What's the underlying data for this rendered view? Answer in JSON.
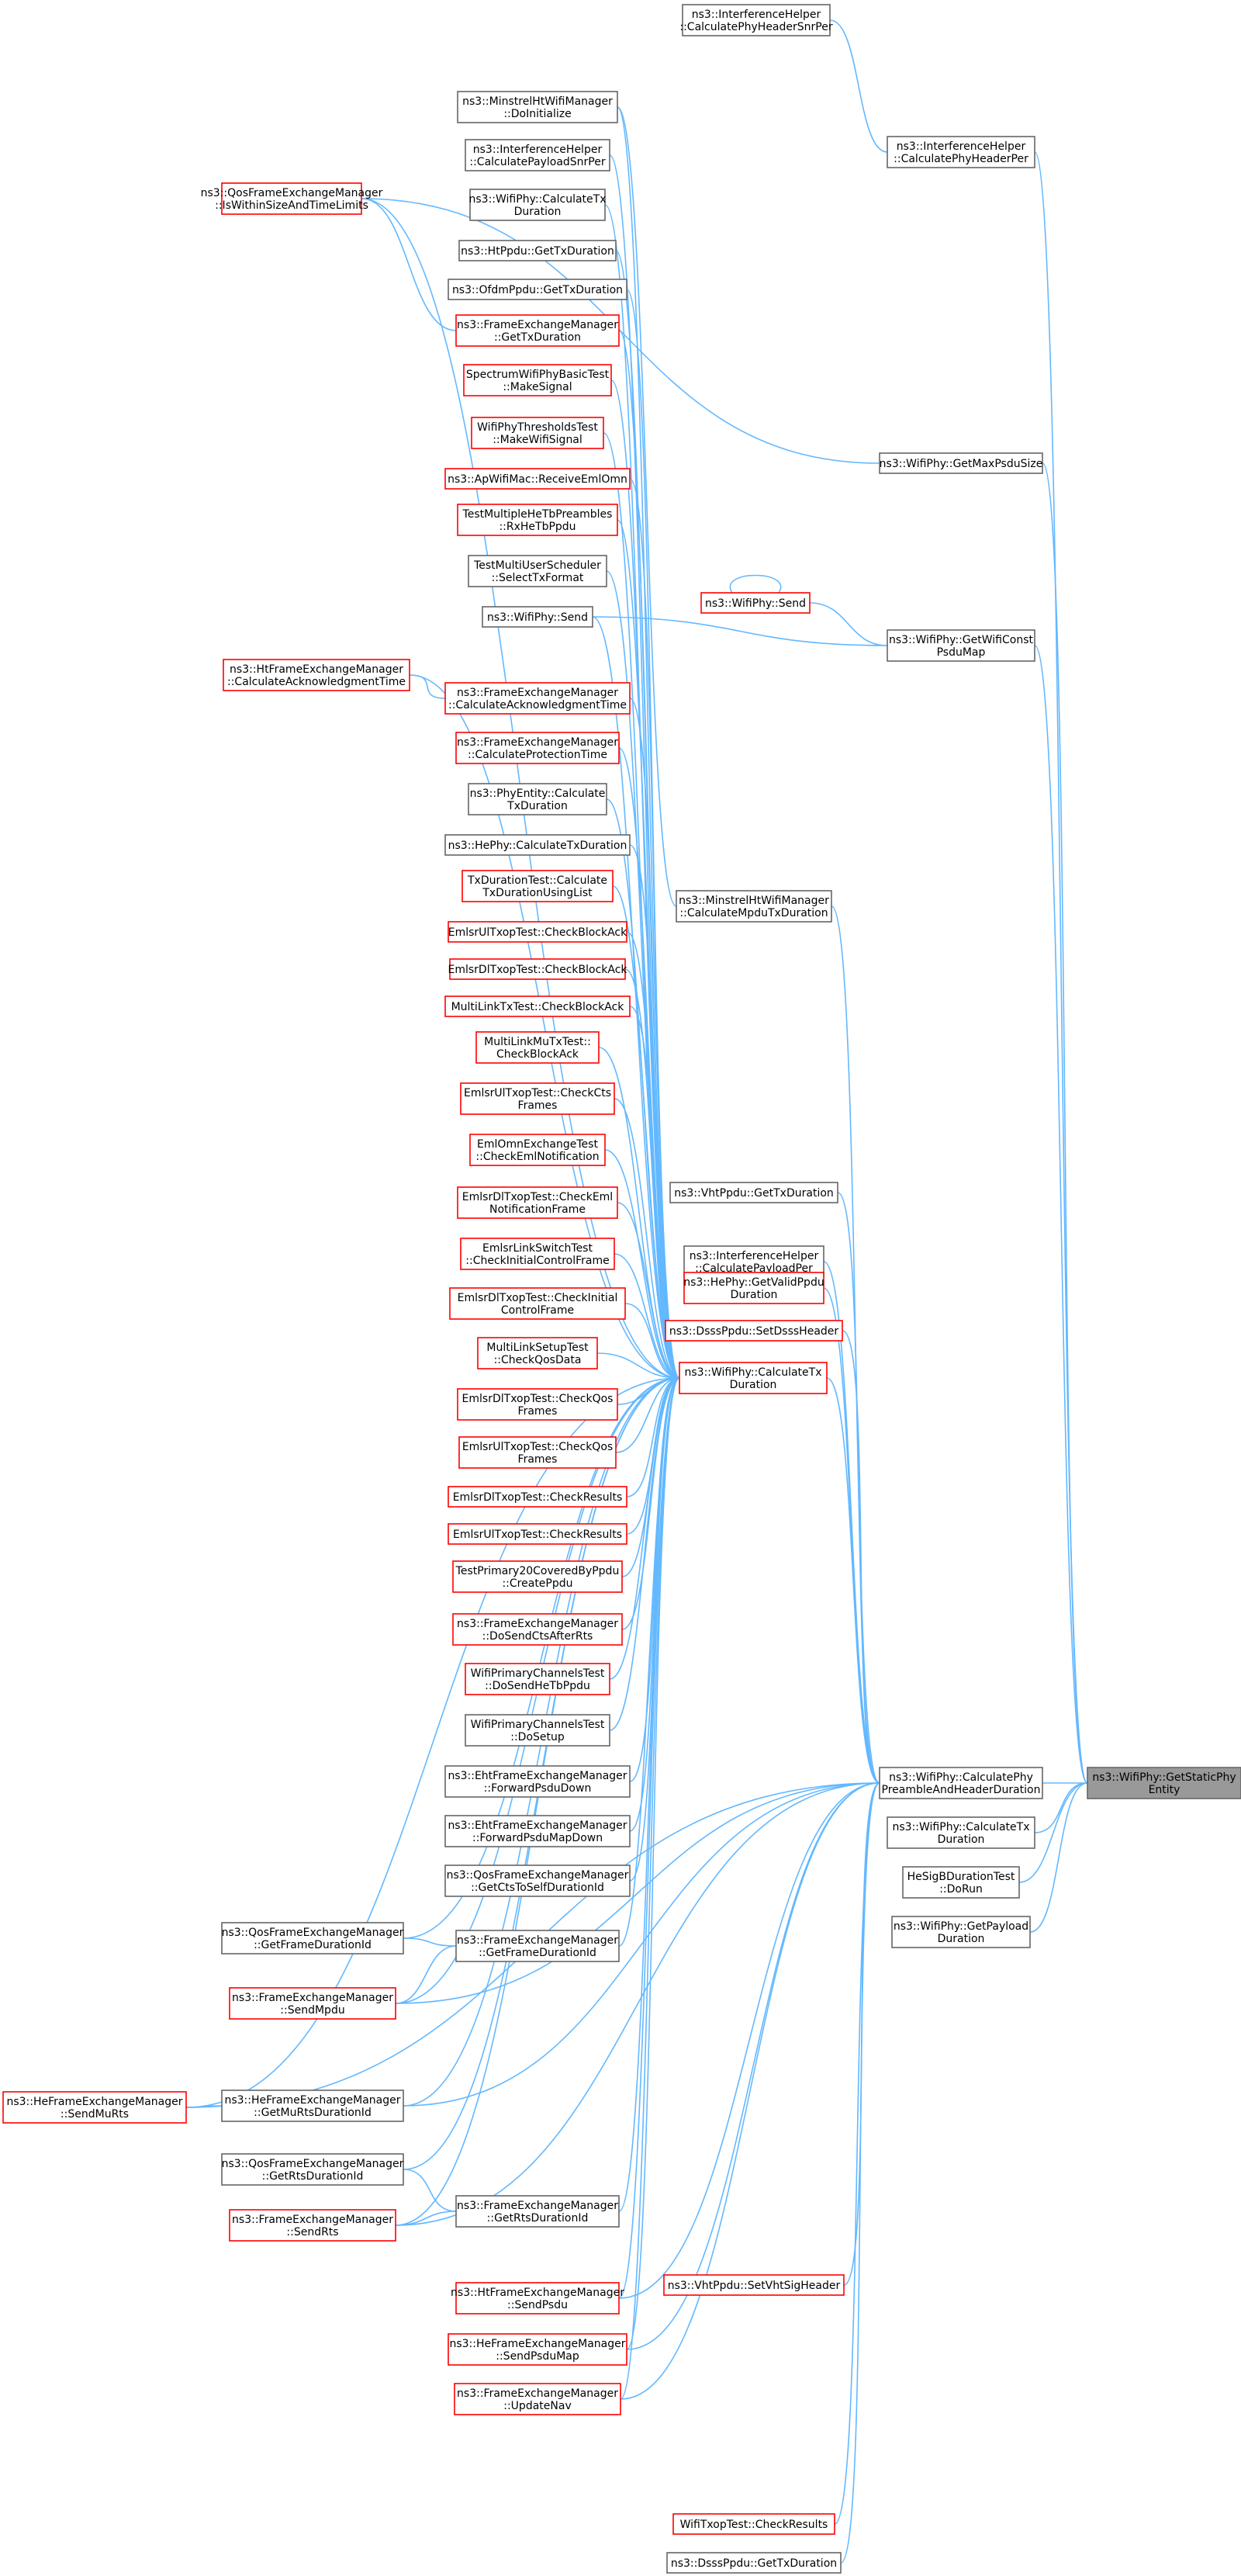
{
  "graph": {
    "target": "target",
    "nodes": [
      {
        "id": "target",
        "lines": [
          "ns3::WifiPhy::GetStaticPhy",
          "Entity"
        ],
        "color": "target"
      },
      {
        "id": "cpphd",
        "lines": [
          "ns3::WifiPhy::CalculatePhy",
          "PreambleAndHeaderDuration"
        ],
        "color": "black"
      },
      {
        "id": "cptx_r",
        "lines": [
          "ns3::WifiPhy::CalculateTx",
          "Duration"
        ],
        "color": "black"
      },
      {
        "id": "hesig",
        "lines": [
          "HeSigBDurationTest",
          "::DoRun"
        ],
        "color": "black"
      },
      {
        "id": "getpay",
        "lines": [
          "ns3::WifiPhy::GetPayload",
          "Duration"
        ],
        "color": "black"
      },
      {
        "id": "ifherper",
        "lines": [
          "ns3::InterferenceHelper",
          "::CalculatePhyHeaderPer"
        ],
        "color": "black"
      },
      {
        "id": "ifhersnr",
        "lines": [
          "ns3::InterferenceHelper",
          "::CalculatePhyHeaderSnrPer"
        ],
        "color": "black"
      },
      {
        "id": "getmaxpsdu",
        "lines": [
          "ns3::WifiPhy::GetMaxPsduSize"
        ],
        "color": "black"
      },
      {
        "id": "getwcpm",
        "lines": [
          "ns3::WifiPhy::GetWifiConst",
          "PsduMap"
        ],
        "color": "black"
      },
      {
        "id": "wsend",
        "lines": [
          "ns3::WifiPhy::Send"
        ],
        "color": "red"
      },
      {
        "id": "mhcalc",
        "lines": [
          "ns3::MinstrelHtWifiManager",
          "::CalculateMpduTxDuration"
        ],
        "color": "black"
      },
      {
        "id": "vhtget",
        "lines": [
          "ns3::VhtPpdu::GetTxDuration"
        ],
        "color": "black"
      },
      {
        "id": "ifhpay",
        "lines": [
          "ns3::InterferenceHelper",
          "::CalculatePayloadPer"
        ],
        "color": "black"
      },
      {
        "id": "hegetvalid",
        "lines": [
          "ns3::HePhy::GetValidPpdu",
          "Duration"
        ],
        "color": "red"
      },
      {
        "id": "dsssset",
        "lines": [
          "ns3::DsssPpdu::SetDsssHeader"
        ],
        "color": "red"
      },
      {
        "id": "ctx_hub",
        "lines": [
          "ns3::WifiPhy::CalculateTx",
          "Duration"
        ],
        "color": "red"
      },
      {
        "id": "vhtset",
        "lines": [
          "ns3::VhtPpdu::SetVhtSigHeader"
        ],
        "color": "red"
      },
      {
        "id": "wifitxop",
        "lines": [
          "WifiTxopTest::CheckResults"
        ],
        "color": "red"
      },
      {
        "id": "dsssget",
        "lines": [
          "ns3::DsssPpdu::GetTxDuration"
        ],
        "color": "black"
      },
      {
        "id": "qisw",
        "lines": [
          "ns3::QosFrameExchangeManager",
          "::IsWithinSizeAndTimeLimits"
        ],
        "color": "red"
      },
      {
        "id": "hfcalc",
        "lines": [
          "ns3::HtFrameExchangeManager",
          "::CalculateAcknowledgmentTime"
        ],
        "color": "red"
      },
      {
        "id": "qgetfd",
        "lines": [
          "ns3::QosFrameExchangeManager",
          "::GetFrameDurationId"
        ],
        "color": "black"
      },
      {
        "id": "fsendmpdu",
        "lines": [
          "ns3::FrameExchangeManager",
          "::SendMpdu"
        ],
        "color": "red"
      },
      {
        "id": "hsendmurts",
        "lines": [
          "ns3::HeFrameExchangeManager",
          "::SendMuRts"
        ],
        "color": "red"
      },
      {
        "id": "qgetrts",
        "lines": [
          "ns3::QosFrameExchangeManager",
          "::GetRtsDurationId"
        ],
        "color": "black"
      },
      {
        "id": "fsendrts",
        "lines": [
          "ns3::FrameExchangeManager",
          "::SendRts"
        ],
        "color": "red"
      },
      {
        "id": "c1",
        "lines": [
          "ns3::MinstrelHtWifiManager",
          "::DoInitialize"
        ],
        "color": "black"
      },
      {
        "id": "c2",
        "lines": [
          "ns3::InterferenceHelper",
          "::CalculatePayloadSnrPer"
        ],
        "color": "black"
      },
      {
        "id": "c3",
        "lines": [
          "ns3::WifiPhy::CalculateTx",
          "Duration"
        ],
        "color": "black"
      },
      {
        "id": "c4",
        "lines": [
          "ns3::HtPpdu::GetTxDuration"
        ],
        "color": "black"
      },
      {
        "id": "c5",
        "lines": [
          "ns3::OfdmPpdu::GetTxDuration"
        ],
        "color": "black"
      },
      {
        "id": "c6",
        "lines": [
          "ns3::FrameExchangeManager",
          "::GetTxDuration"
        ],
        "color": "red"
      },
      {
        "id": "c7",
        "lines": [
          "SpectrumWifiPhyBasicTest",
          "::MakeSignal"
        ],
        "color": "red"
      },
      {
        "id": "c8",
        "lines": [
          "WifiPhyThresholdsTest",
          "::MakeWifiSignal"
        ],
        "color": "red"
      },
      {
        "id": "c9",
        "lines": [
          "ns3::ApWifiMac::ReceiveEmlOmn"
        ],
        "color": "red"
      },
      {
        "id": "c10",
        "lines": [
          "TestMultipleHeTbPreambles",
          "::RxHeTbPpdu"
        ],
        "color": "red"
      },
      {
        "id": "c11",
        "lines": [
          "TestMultiUserScheduler",
          "::SelectTxFormat"
        ],
        "color": "black"
      },
      {
        "id": "c12",
        "lines": [
          "ns3::WifiPhy::Send"
        ],
        "color": "black"
      },
      {
        "id": "c13",
        "lines": [
          "ns3::FrameExchangeManager",
          "::CalculateAcknowledgmentTime"
        ],
        "color": "red"
      },
      {
        "id": "c14",
        "lines": [
          "ns3::FrameExchangeManager",
          "::CalculateProtectionTime"
        ],
        "color": "red"
      },
      {
        "id": "c15",
        "lines": [
          "ns3::PhyEntity::Calculate",
          "TxDuration"
        ],
        "color": "black"
      },
      {
        "id": "c16",
        "lines": [
          "ns3::HePhy::CalculateTxDuration"
        ],
        "color": "black"
      },
      {
        "id": "c17",
        "lines": [
          "TxDurationTest::Calculate",
          "TxDurationUsingList"
        ],
        "color": "red"
      },
      {
        "id": "c18",
        "lines": [
          "EmlsrUlTxopTest::CheckBlockAck"
        ],
        "color": "red"
      },
      {
        "id": "c19",
        "lines": [
          "EmlsrDlTxopTest::CheckBlockAck"
        ],
        "color": "red"
      },
      {
        "id": "c20",
        "lines": [
          "MultiLinkTxTest::CheckBlockAck"
        ],
        "color": "red"
      },
      {
        "id": "c21",
        "lines": [
          "MultiLinkMuTxTest::",
          "CheckBlockAck"
        ],
        "color": "red"
      },
      {
        "id": "c22",
        "lines": [
          "EmlsrUlTxopTest::CheckCts",
          "Frames"
        ],
        "color": "red"
      },
      {
        "id": "c23",
        "lines": [
          "EmlOmnExchangeTest",
          "::CheckEmlNotification"
        ],
        "color": "red"
      },
      {
        "id": "c24",
        "lines": [
          "EmlsrDlTxopTest::CheckEml",
          "NotificationFrame"
        ],
        "color": "red"
      },
      {
        "id": "c25",
        "lines": [
          "EmlsrLinkSwitchTest",
          "::CheckInitialControlFrame"
        ],
        "color": "red"
      },
      {
        "id": "c26",
        "lines": [
          "EmlsrDlTxopTest::CheckInitial",
          "ControlFrame"
        ],
        "color": "red"
      },
      {
        "id": "c27",
        "lines": [
          "MultiLinkSetupTest",
          "::CheckQosData"
        ],
        "color": "red"
      },
      {
        "id": "c28",
        "lines": [
          "EmlsrDlTxopTest::CheckQos",
          "Frames"
        ],
        "color": "red"
      },
      {
        "id": "c29",
        "lines": [
          "EmlsrUlTxopTest::CheckQos",
          "Frames"
        ],
        "color": "red"
      },
      {
        "id": "c30",
        "lines": [
          "EmlsrDlTxopTest::CheckResults"
        ],
        "color": "red"
      },
      {
        "id": "c31",
        "lines": [
          "EmlsrUlTxopTest::CheckResults"
        ],
        "color": "red"
      },
      {
        "id": "c32",
        "lines": [
          "TestPrimary20CoveredByPpdu",
          "::CreatePpdu"
        ],
        "color": "red"
      },
      {
        "id": "c33",
        "lines": [
          "ns3::FrameExchangeManager",
          "::DoSendCtsAfterRts"
        ],
        "color": "red"
      },
      {
        "id": "c34",
        "lines": [
          "WifiPrimaryChannelsTest",
          "::DoSendHeTbPpdu"
        ],
        "color": "red"
      },
      {
        "id": "c35",
        "lines": [
          "WifiPrimaryChannelsTest",
          "::DoSetup"
        ],
        "color": "black"
      },
      {
        "id": "c36",
        "lines": [
          "ns3::EhtFrameExchangeManager",
          "::ForwardPsduDown"
        ],
        "color": "black"
      },
      {
        "id": "c37",
        "lines": [
          "ns3::EhtFrameExchangeManager",
          "::ForwardPsduMapDown"
        ],
        "color": "black"
      },
      {
        "id": "c38",
        "lines": [
          "ns3::QosFrameExchangeManager",
          "::GetCtsToSelfDurationId"
        ],
        "color": "black"
      },
      {
        "id": "c39",
        "lines": [
          "ns3::FrameExchangeManager",
          "::GetFrameDurationId"
        ],
        "color": "black"
      },
      {
        "id": "c40",
        "lines": [
          "ns3::HeFrameExchangeManager",
          "::GetMuRtsDurationId"
        ],
        "color": "black"
      },
      {
        "id": "c41",
        "lines": [
          "ns3::FrameExchangeManager",
          "::GetRtsDurationId"
        ],
        "color": "black"
      },
      {
        "id": "c42",
        "lines": [
          "ns3::HtFrameExchangeManager",
          "::SendPsdu"
        ],
        "color": "red"
      },
      {
        "id": "c43",
        "lines": [
          "ns3::HeFrameExchangeManager",
          "::SendPsduMap"
        ],
        "color": "red"
      },
      {
        "id": "c44",
        "lines": [
          "ns3::FrameExchangeManager",
          "::UpdateNav"
        ],
        "color": "red"
      }
    ],
    "edges": [
      [
        "cpphd",
        "target"
      ],
      [
        "cptx_r",
        "target"
      ],
      [
        "hesig",
        "target"
      ],
      [
        "getpay",
        "target"
      ],
      [
        "ifherper",
        "target"
      ],
      [
        "getmaxpsdu",
        "target"
      ],
      [
        "getwcpm",
        "target"
      ],
      [
        "ifhersnr",
        "ifherper"
      ],
      [
        "qisw",
        "getmaxpsdu"
      ],
      [
        "wsend",
        "getwcpm"
      ],
      [
        "wsend",
        "wsend"
      ],
      [
        "c12",
        "getwcpm"
      ],
      [
        "c1",
        "mhcalc"
      ],
      [
        "ctx_hub",
        "cpphd"
      ],
      [
        "mhcalc",
        "cpphd"
      ],
      [
        "vhtget",
        "cpphd"
      ],
      [
        "ifhpay",
        "cpphd"
      ],
      [
        "hegetvalid",
        "cpphd"
      ],
      [
        "dsssset",
        "cpphd"
      ],
      [
        "vhtset",
        "cpphd"
      ],
      [
        "wifitxop",
        "cpphd"
      ],
      [
        "dsssget",
        "cpphd"
      ],
      [
        "hsendmurts",
        "cpphd"
      ],
      [
        "fsendmpdu",
        "cpphd"
      ],
      [
        "fsendrts",
        "cpphd"
      ],
      [
        "c42",
        "cpphd"
      ],
      [
        "c43",
        "cpphd"
      ],
      [
        "c44",
        "cpphd"
      ],
      [
        "c40",
        "cpphd"
      ],
      [
        "c1",
        "ctx_hub"
      ],
      [
        "c2",
        "ctx_hub"
      ],
      [
        "c3",
        "ctx_hub"
      ],
      [
        "c4",
        "ctx_hub"
      ],
      [
        "c5",
        "ctx_hub"
      ],
      [
        "c6",
        "ctx_hub"
      ],
      [
        "c7",
        "ctx_hub"
      ],
      [
        "c8",
        "ctx_hub"
      ],
      [
        "c9",
        "ctx_hub"
      ],
      [
        "c10",
        "ctx_hub"
      ],
      [
        "c11",
        "ctx_hub"
      ],
      [
        "c12",
        "ctx_hub"
      ],
      [
        "c13",
        "ctx_hub"
      ],
      [
        "c14",
        "ctx_hub"
      ],
      [
        "c15",
        "ctx_hub"
      ],
      [
        "c16",
        "ctx_hub"
      ],
      [
        "c17",
        "ctx_hub"
      ],
      [
        "c18",
        "ctx_hub"
      ],
      [
        "c19",
        "ctx_hub"
      ],
      [
        "c20",
        "ctx_hub"
      ],
      [
        "c21",
        "ctx_hub"
      ],
      [
        "c22",
        "ctx_hub"
      ],
      [
        "c23",
        "ctx_hub"
      ],
      [
        "c24",
        "ctx_hub"
      ],
      [
        "c25",
        "ctx_hub"
      ],
      [
        "c26",
        "ctx_hub"
      ],
      [
        "c27",
        "ctx_hub"
      ],
      [
        "c28",
        "ctx_hub"
      ],
      [
        "c29",
        "ctx_hub"
      ],
      [
        "c30",
        "ctx_hub"
      ],
      [
        "c31",
        "ctx_hub"
      ],
      [
        "c32",
        "ctx_hub"
      ],
      [
        "c33",
        "ctx_hub"
      ],
      [
        "c34",
        "ctx_hub"
      ],
      [
        "c35",
        "ctx_hub"
      ],
      [
        "c36",
        "ctx_hub"
      ],
      [
        "c37",
        "ctx_hub"
      ],
      [
        "c38",
        "ctx_hub"
      ],
      [
        "c39",
        "ctx_hub"
      ],
      [
        "c40",
        "ctx_hub"
      ],
      [
        "c41",
        "ctx_hub"
      ],
      [
        "c42",
        "ctx_hub"
      ],
      [
        "c43",
        "ctx_hub"
      ],
      [
        "c44",
        "ctx_hub"
      ],
      [
        "hfcalc",
        "ctx_hub"
      ],
      [
        "qisw",
        "ctx_hub"
      ],
      [
        "fsendmpdu",
        "ctx_hub"
      ],
      [
        "hsendmurts",
        "ctx_hub"
      ],
      [
        "fsendrts",
        "ctx_hub"
      ],
      [
        "qgetfd",
        "ctx_hub"
      ],
      [
        "qgetrts",
        "ctx_hub"
      ],
      [
        "hfcalc",
        "c13"
      ],
      [
        "qisw",
        "c6"
      ],
      [
        "qgetfd",
        "c39"
      ],
      [
        "fsendmpdu",
        "c39"
      ],
      [
        "hsendmurts",
        "c40"
      ],
      [
        "qgetrts",
        "c41"
      ],
      [
        "fsendrts",
        "c41"
      ]
    ]
  }
}
